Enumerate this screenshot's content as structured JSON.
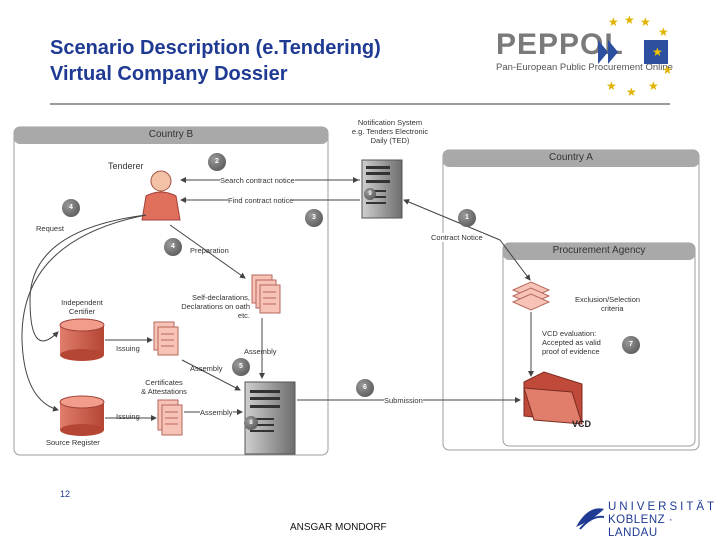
{
  "header": {
    "title_line1": "Scenario Description (e.Tendering)",
    "title_line2": "Virtual Company Dossier",
    "logo_main": "PEPPOL",
    "logo_sub": "Pan-European Public Procurement Online"
  },
  "diagram": {
    "country_b": "Country B",
    "country_a": "Country A",
    "procurement_agency": "Procurement Agency",
    "tenderer": "Tenderer",
    "notification_line1": "Notification System",
    "notification_line2": "e.g. Tenders Electronic",
    "notification_line3": "Daily (TED)",
    "search_contract_notice": "Search contract notice",
    "find_contract_notice": "Find contract notice",
    "contract_notice": "Contract Notice",
    "request": "Request",
    "preparation": "Preparation",
    "self_decl_line1": "Self-declarations,",
    "self_decl_line2": "Declarations on oath",
    "self_decl_line3": "etc.",
    "independent_line1": "Independent",
    "independent_line2": "Certifier",
    "issuing": "Issuing",
    "assembly": "Assembly",
    "certificates_line1": "Certificates",
    "certificates_line2": "& Attestations",
    "source_register": "Source Register",
    "submission": "Submission",
    "exclusion_line1": "Exclusion/Selection",
    "exclusion_line2": "criteria",
    "vcd_eval_line1": "VCD evaluation:",
    "vcd_eval_line2": "Accepted as valid",
    "vcd_eval_line3": "proof of evidence",
    "vcd": "VCD",
    "steps": [
      "1",
      "2",
      "3",
      "4",
      "4",
      "5",
      "6",
      "7",
      "8",
      "9"
    ]
  },
  "footer": {
    "page_number": "12",
    "author": "ANSGAR MONDORF",
    "university_line1": "UNIVERSITÄT",
    "university_line2": "KOBLENZ · LANDAU"
  },
  "colors": {
    "title": "#1f3a93",
    "eu_blue": "#1f3a93",
    "eu_star": "#f2c500",
    "document_pink": "#f0a89a",
    "folder": "#c04a3a",
    "panel_header": "#a8a8a8"
  }
}
